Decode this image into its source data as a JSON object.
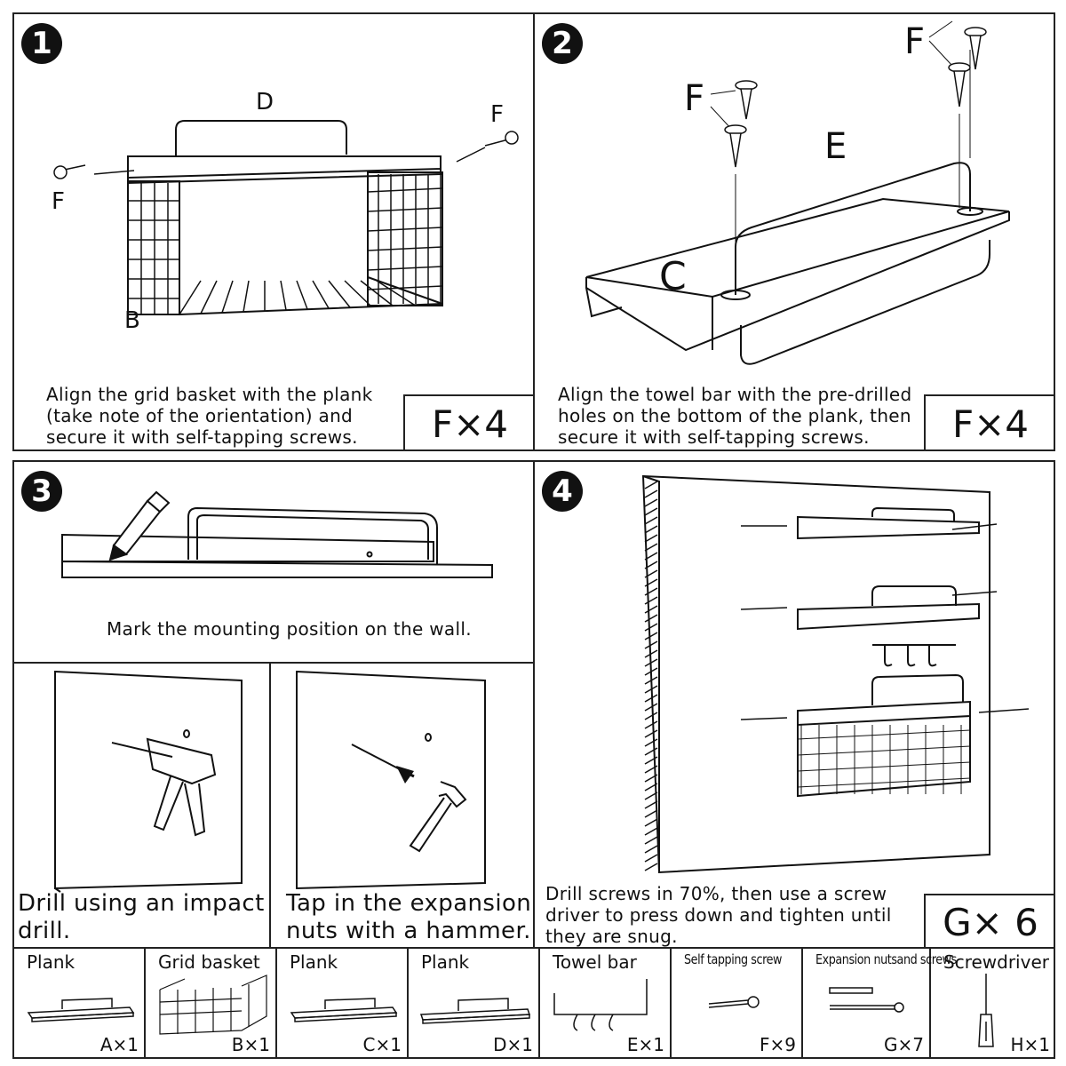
{
  "step1": {
    "number": "1",
    "labels": {
      "d": "D",
      "f_right": "F",
      "f_left": "F",
      "b": "B"
    },
    "instruction_lines": [
      "Align the grid basket with the plank",
      "(take note of the orientation) and",
      "secure it with self-tapping screws."
    ],
    "quantity": "F×4"
  },
  "step2": {
    "number": "2",
    "labels": {
      "f_top": "F",
      "f_mid": "F",
      "e": "E",
      "c": "C"
    },
    "instruction_lines": [
      "Align the towel bar with the pre-drilled",
      "holes on the bottom of the plank, then",
      "secure it with self-tapping screws."
    ],
    "quantity": "F×4"
  },
  "step3": {
    "number": "3",
    "instruction": "Mark the mounting position on the wall.",
    "drill_caption_lines": [
      "Drill using an impact",
      "drill."
    ],
    "tap_caption_lines": [
      "Tap in the expansion",
      "nuts with a hammer."
    ]
  },
  "step4": {
    "number": "4",
    "instruction_lines": [
      "Drill screws in 70%, then use a screw",
      "driver to press down and tighten until",
      "they are snug."
    ],
    "quantity": "G× 6"
  },
  "parts": [
    {
      "name": "Plank",
      "count": "A×1",
      "icon": "plank-icon"
    },
    {
      "name": "Grid basket",
      "count": "B×1",
      "icon": "grid-basket-icon"
    },
    {
      "name": "Plank",
      "count": "C×1",
      "icon": "plank-icon"
    },
    {
      "name": "Plank",
      "count": "D×1",
      "icon": "plank-with-handle-icon"
    },
    {
      "name": "Towel bar",
      "count": "E×1",
      "icon": "towel-bar-icon"
    },
    {
      "name": "Self tapping screw",
      "count": "F×9",
      "icon": "screw-icon"
    },
    {
      "name": "Expansion nutsand screws",
      "count": "G×7",
      "icon": "expansion-nut-icon"
    },
    {
      "name": "Screwdriver",
      "count": "H×1",
      "icon": "screwdriver-icon"
    }
  ]
}
